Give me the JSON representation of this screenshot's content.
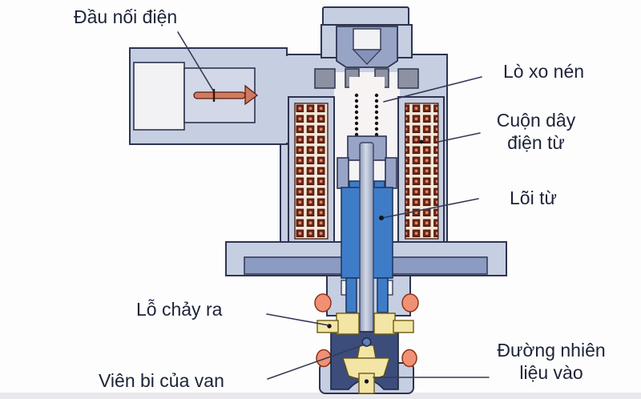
{
  "figure": {
    "type": "cross-section-diagram",
    "subject": "solenoid fuel valve",
    "labels": {
      "electrical_connector": "Đầu nối điện",
      "compression_spring": "Lò xo nén",
      "solenoid_coil": "Cuộn dây\nđiện từ",
      "magnetic_core": "Lõi từ",
      "outflow_hole": "Lỗ chảy ra",
      "valve_ball": "Viên bi của van",
      "fuel_inlet": "Đường nhiên\nliệu vào"
    },
    "colors": {
      "valve_body": "#c6cee2",
      "body_plate_dark": "#8c9bc2",
      "inner_slate": "#97a4c6",
      "outline": "#2e3450",
      "coil_background": "#f6e8d7",
      "coil_winding_square": "#702419",
      "coil_winding_dot": "#dd8f66",
      "magnetic_core_blue": "#3f7cc7",
      "plunger_shaft": "#c7cfdf",
      "o_ring_salmon": "#f09176",
      "seat_yellow": "#f2e5a5",
      "valve_chamber_dark_blue": "#3c4d7c",
      "ball_blue": "#5b80c2",
      "connector_pin": "#d07b5e",
      "label_text": "#1d2338"
    }
  }
}
